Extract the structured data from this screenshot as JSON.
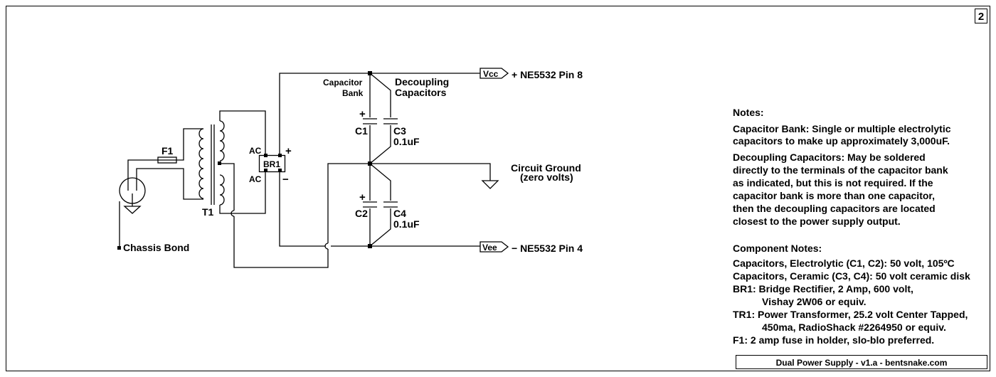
{
  "sheet": {
    "number": "2",
    "footer": "Dual Power Supply - v1.a - bentsnake.com"
  },
  "components": {
    "fuse": "F1",
    "transformer": "T1",
    "bridge": "BR1",
    "bridge_ac_top": "AC",
    "bridge_ac_bottom": "AC",
    "bridge_plus": "+",
    "bridge_minus": "−",
    "c1": "C1",
    "c2": "C2",
    "c3": "C3",
    "c3_value": "0.1uF",
    "c4": "C4",
    "c4_value": "0.1uF",
    "c1_polarity": "+",
    "c2_polarity": "+"
  },
  "labels": {
    "capacitor_bank_line1": "Capacitor",
    "capacitor_bank_line2": "Bank",
    "decoupling_line1": "Decoupling",
    "decoupling_line2": "Capacitors",
    "vcc_tag": "Vcc",
    "vcc_dest": "+ NE5532 Pin 8",
    "vee_tag": "Vee",
    "vee_dest": "− NE5532 Pin 4",
    "ground_line1": "Circuit Ground",
    "ground_line2": "(zero volts)",
    "chassis_bond": "Chassis Bond"
  },
  "notes": {
    "heading": "Notes:",
    "cap_bank": [
      "Capacitor Bank: Single or multiple electrolytic",
      "capacitors to make up approximately 3,000uF."
    ],
    "decoupling": [
      "Decoupling Capacitors: May be soldered",
      "directly to the terminals of the capacitor bank",
      "as indicated, but this is not required. If the",
      "capacitor bank is more than one capacitor,",
      "then the decoupling capacitors are located",
      "closest to the power supply output."
    ],
    "component_heading": "Component Notes:",
    "component_lines": [
      "Capacitors, Electrolytic (C1, C2): 50 volt, 105ºC",
      "Capacitors, Ceramic (C3, C4): 50 volt ceramic disk",
      "BR1: Bridge Rectifier, 2 Amp, 600 volt,",
      "Vishay 2W06 or equiv.",
      "TR1: Power Transformer, 25.2 volt Center Tapped,",
      "450ma, RadioShack #2264950 or equiv.",
      "F1: 2 amp fuse in holder, slo-blo preferred."
    ]
  }
}
